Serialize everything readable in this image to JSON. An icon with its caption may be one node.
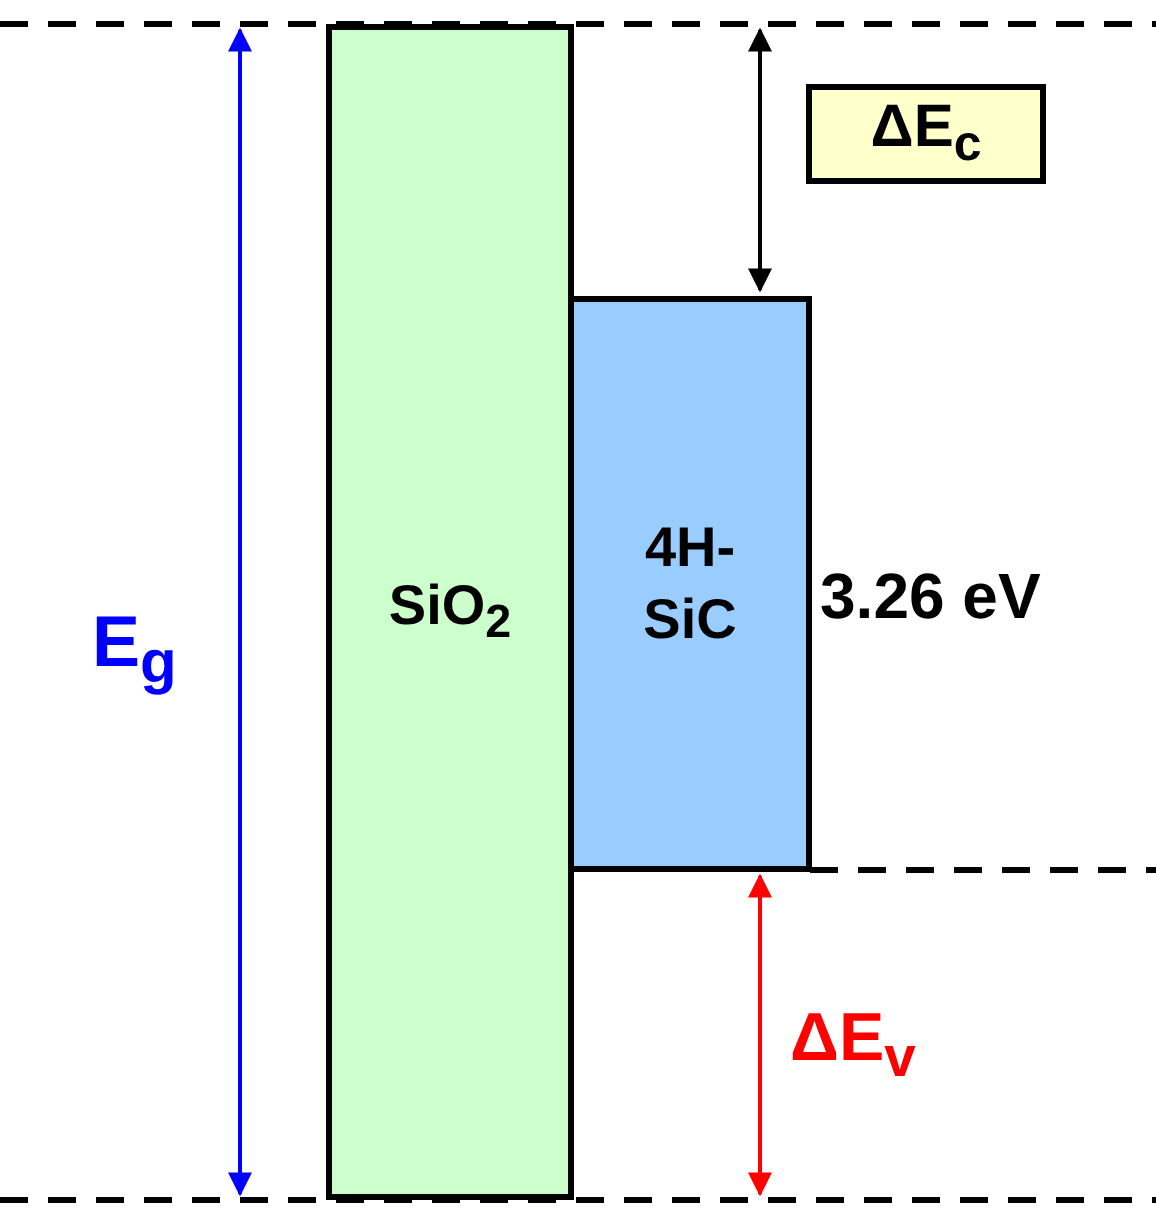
{
  "diagram": {
    "nodes": [
      {
        "text": [
          "SiO$_{2}$"
        ]
      },
      {
        "text": [
          "4H-SiC"
        ]
      },
      {
        "text": [
          "ΔE$_{c}$"
        ]
      }
    ],
    "labels": [
      "E$_{g}$",
      "3.26 eV",
      "ΔE$_{v}$"
    ]
  }
}
